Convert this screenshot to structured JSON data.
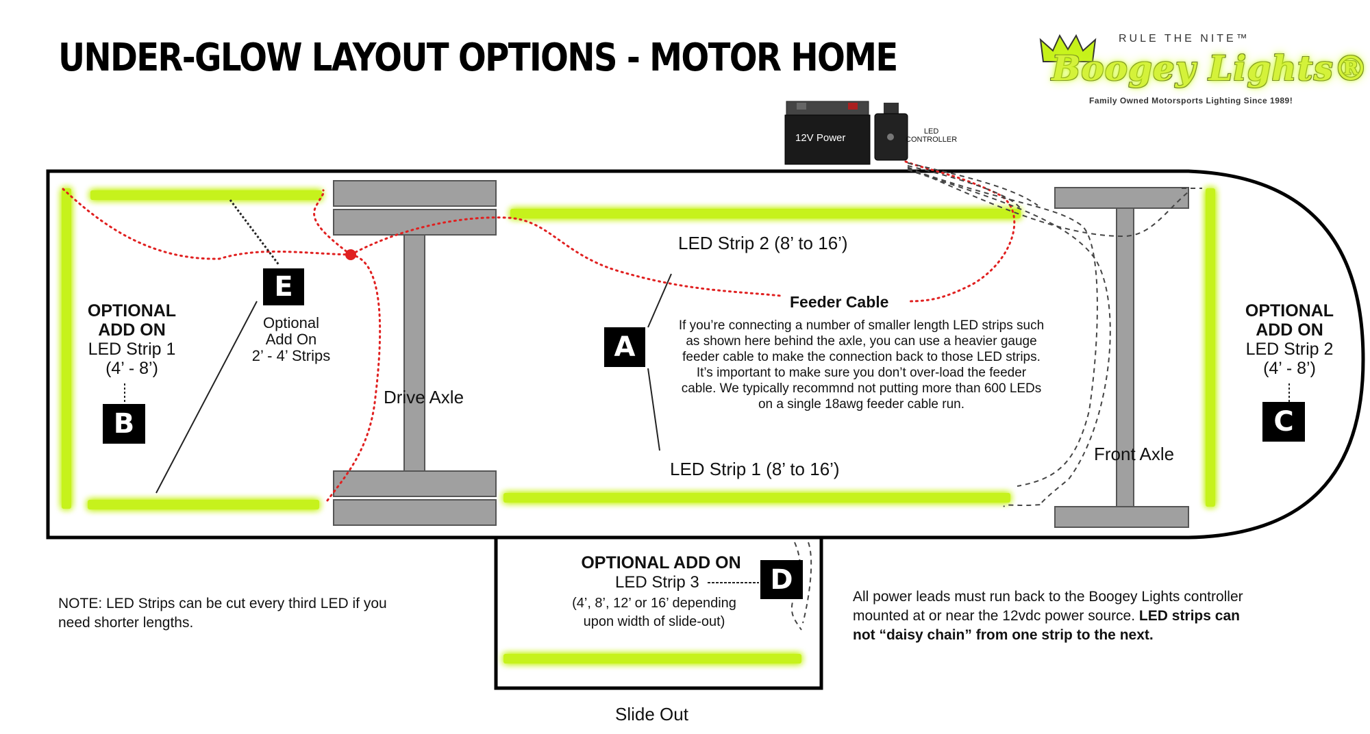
{
  "title": "UNDER-GLOW LAYOUT OPTIONS - MOTOR HOME",
  "logo": {
    "tagline_top": "RULE THE NITE™",
    "brand": "Boogey Lights®",
    "tagline_bottom": "Family Owned Motorsports Lighting Since 1989!"
  },
  "battery": {
    "label": "12V Power"
  },
  "controller": {
    "label_line1": "LED",
    "label_line2": "CONTROLLER"
  },
  "labels": {
    "drive_axle": "Drive Axle",
    "front_axle": "Front Axle",
    "slide_out": "Slide Out",
    "led_strip_2": "LED Strip 2  (8’ to 16’)",
    "led_strip_1": "LED Strip 1 (8’ to 16’)",
    "feeder_cable": "Feeder Cable",
    "optional_e_1": "Optional",
    "optional_e_2": "Add On",
    "optional_e_3": "2’ - 4’ Strips"
  },
  "left_option": {
    "line1": "OPTIONAL",
    "line2": "ADD ON",
    "line3": "LED Strip 1",
    "line4": "(4’ - 8’)"
  },
  "right_option": {
    "line1": "OPTIONAL",
    "line2": "ADD ON",
    "line3": "LED Strip 2",
    "line4": "(4’ - 8’)"
  },
  "slide_option": {
    "line1": "OPTIONAL ADD ON",
    "line2": "LED Strip 3",
    "line3": "(4’, 8’, 12’ or 16’ depending",
    "line4": "upon width of slide-out)"
  },
  "badges": {
    "a": "A",
    "b": "B",
    "c": "C",
    "d": "D",
    "e": "E"
  },
  "feeder_text": [
    "If you’re connecting a number of smaller length LED strips such",
    "as shown here behind the axle, you can use a heavier gauge",
    "feeder cable to make the connection back to those LED strips.",
    "It’s important to make sure you don’t over-load the feeder",
    "cable.  We typically recommnd not putting more than 600 LEDs",
    "on a single 18awg feeder cable run."
  ],
  "note": {
    "line1": "NOTE:  LED Strips can be cut every third LED if you",
    "line2": "need shorter lengths."
  },
  "power_note": {
    "line1": "All power leads must run back to the Boogey Lights controller",
    "line2_plain": "mounted at or near the 12vdc power source.  ",
    "line2_bold": "LED strips can",
    "line3_bold": "not “daisy chain” from one strip to the next."
  },
  "colors": {
    "glow": "#c6f21a",
    "glow_soft": "#e5fb8f",
    "axle": "#a0a0a0",
    "feeder": "#e02020"
  }
}
